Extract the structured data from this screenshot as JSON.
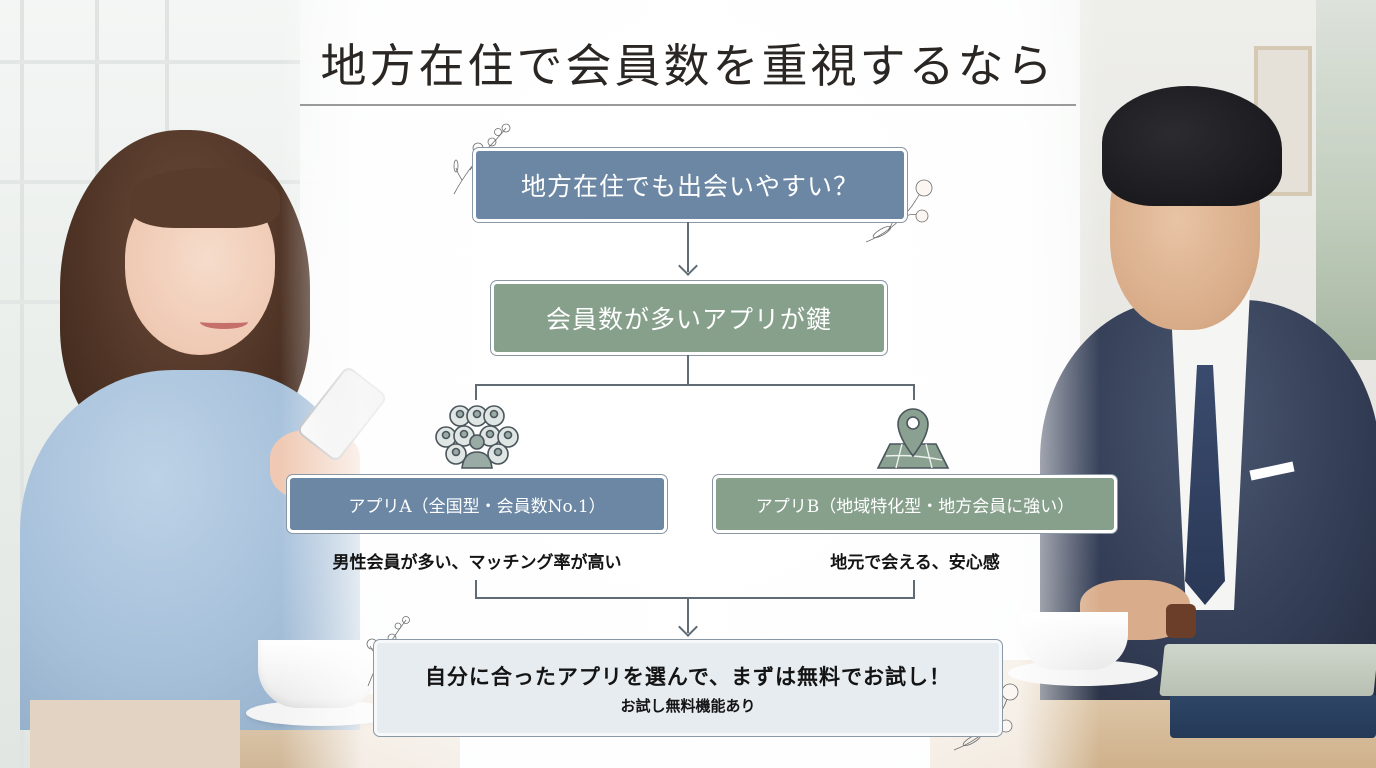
{
  "title": "地方在住で会員数を重視するなら",
  "flow": {
    "question": "地方在住でも出会いやすい？",
    "key_point": "会員数が多いアプリが鍵",
    "options": [
      {
        "label": "アプリA（全国型・会員数No.1）",
        "caption": "男性会員が多い、マッチング率が高い",
        "icon": "people-group-icon",
        "color": "#6b87a4"
      },
      {
        "label": "アプリB（地域特化型・地方会員に強い）",
        "caption": "地元で会える、安心感",
        "icon": "map-pin-icon",
        "color": "#87a08c"
      }
    ],
    "conclusion": {
      "main": "自分に合ったアプリを選んで、まずは無料でお試し！",
      "sub": "お試し無料機能あり"
    }
  },
  "colors": {
    "blue_box": "#6b87a4",
    "green_box": "#87a08c",
    "cta_box": "#e7ecf0",
    "connector": "#5f6b75",
    "title_text": "#2a2623"
  },
  "scene": {
    "left_person": "woman-smiling-with-phone",
    "right_person": "man-in-suit-at-cafe-table"
  }
}
